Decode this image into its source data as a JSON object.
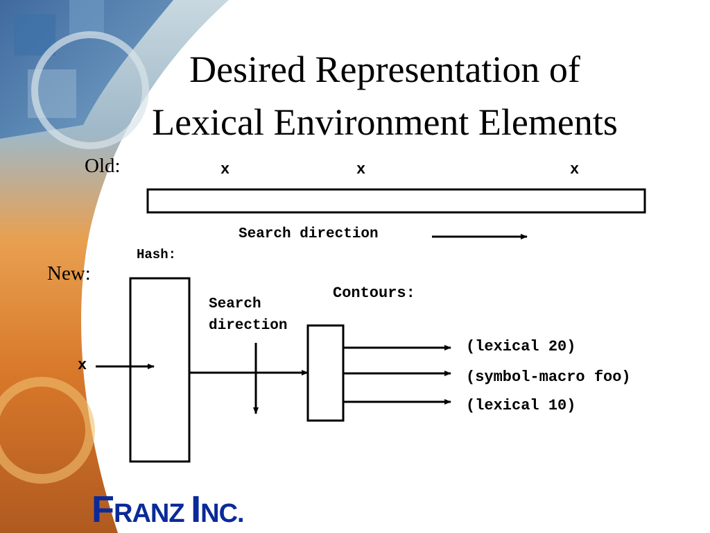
{
  "title": {
    "line1": "Desired Representation of",
    "line2": "Lexical Environment Elements"
  },
  "old_section": {
    "label": "Old:",
    "markers": [
      "x",
      "x",
      "x"
    ],
    "search_direction": "Search direction"
  },
  "new_section": {
    "label": "New:",
    "hash_label": "Hash:",
    "input_marker": "x",
    "search_direction_line1": "Search",
    "search_direction_line2": "direction",
    "contours_label": "Contours:",
    "outputs": [
      "(lexical 20)",
      "(symbol-macro foo)",
      "(lexical 10)"
    ]
  },
  "logo": {
    "text": "FRANZ INC.",
    "color": "#0b2a9a"
  },
  "colors": {
    "background": "#ffffff",
    "ink": "#000000",
    "decor_orange": "#e8892a",
    "decor_blue": "#2a5a9a"
  }
}
